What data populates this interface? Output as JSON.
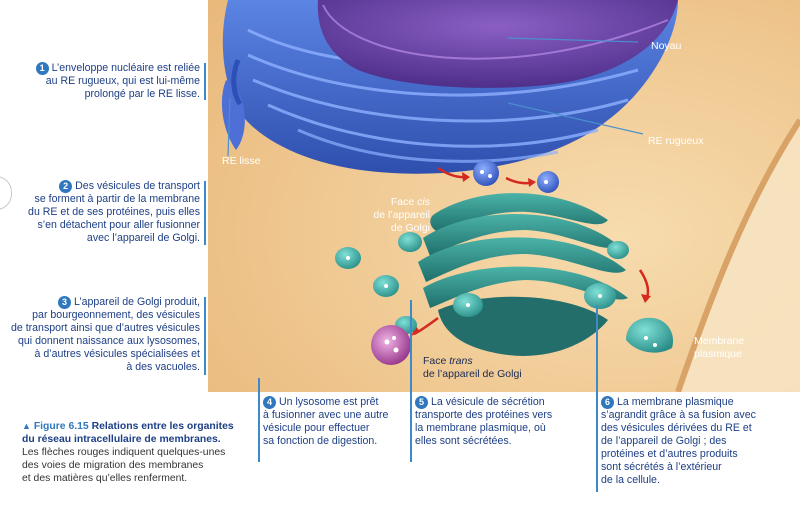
{
  "labels": {
    "noyau": "Noyau",
    "re_rugueux": "RE rugueux",
    "re_lisse": "RE lisse",
    "face_cis_1": "Face ",
    "face_cis_em": "cis",
    "face_cis_2": "de l’appareil",
    "face_cis_3": "de Golgi",
    "face_trans_1": "Face ",
    "face_trans_em": "trans",
    "face_trans_2": "de l’appareil de Golgi",
    "membrane_1": "Membrane",
    "membrane_2": "plasmique"
  },
  "callouts": {
    "c1": {
      "num": "1",
      "lines": [
        "L’enveloppe nucléaire est reliée",
        "au RE rugueux, qui est lui-même",
        "prolongé par le RE lisse."
      ]
    },
    "c2": {
      "num": "2",
      "lines": [
        "Des vésicules de transport",
        "se forment à partir de la membrane",
        "du RE et de ses protéines, puis elles",
        "s’en détachent pour aller fusionner",
        "avec l’appareil de Golgi."
      ]
    },
    "c3": {
      "num": "3",
      "lines": [
        "L’appareil de Golgi produit,",
        "par bourgeonnement, des vésicules",
        "de transport ainsi que d’autres vésicules",
        "qui donnent naissance aux lysosomes,",
        "à d’autres vésicules spécialisées et",
        "à des vacuoles."
      ]
    },
    "c4": {
      "num": "4",
      "lines": [
        "Un lysosome est prêt",
        "à fusionner avec une autre",
        "vésicule pour effectuer",
        "sa fonction de digestion."
      ]
    },
    "c5": {
      "num": "5",
      "lines": [
        "La vésicule de sécrétion",
        "transporte des protéines vers",
        "la membrane plasmique, où",
        "elles sont sécrétées."
      ]
    },
    "c6": {
      "num": "6",
      "lines": [
        "La membrane plasmique",
        "s’agrandit grâce à sa fusion avec",
        "des vésicules dérivées du RE et",
        "de l’appareil de Golgi ; des",
        "protéines et d’autres produits",
        "sont sécrétés à l’extérieur",
        "de la cellule."
      ]
    }
  },
  "caption": {
    "marker": "▲",
    "figure": "Figure 6.15",
    "title_1": "Relations entre les organites",
    "title_2": "du réseau intracellulaire de membranes.",
    "body": [
      "Les flèches rouges indiquent quelques-unes",
      "des voies de migration des membranes",
      "et des matières qu’elles renferment."
    ]
  },
  "colors": {
    "text_blue": "#1d3f86",
    "badge_blue": "#2f78bd",
    "cytoplasm": "#f2cf9c",
    "er_blue": "#3d62c9",
    "golgi_teal": "#2d8d88",
    "nucleus_purple": "#6a3fa3",
    "lysosome_magenta": "#a53a97",
    "arrow_red": "#d5281f"
  }
}
